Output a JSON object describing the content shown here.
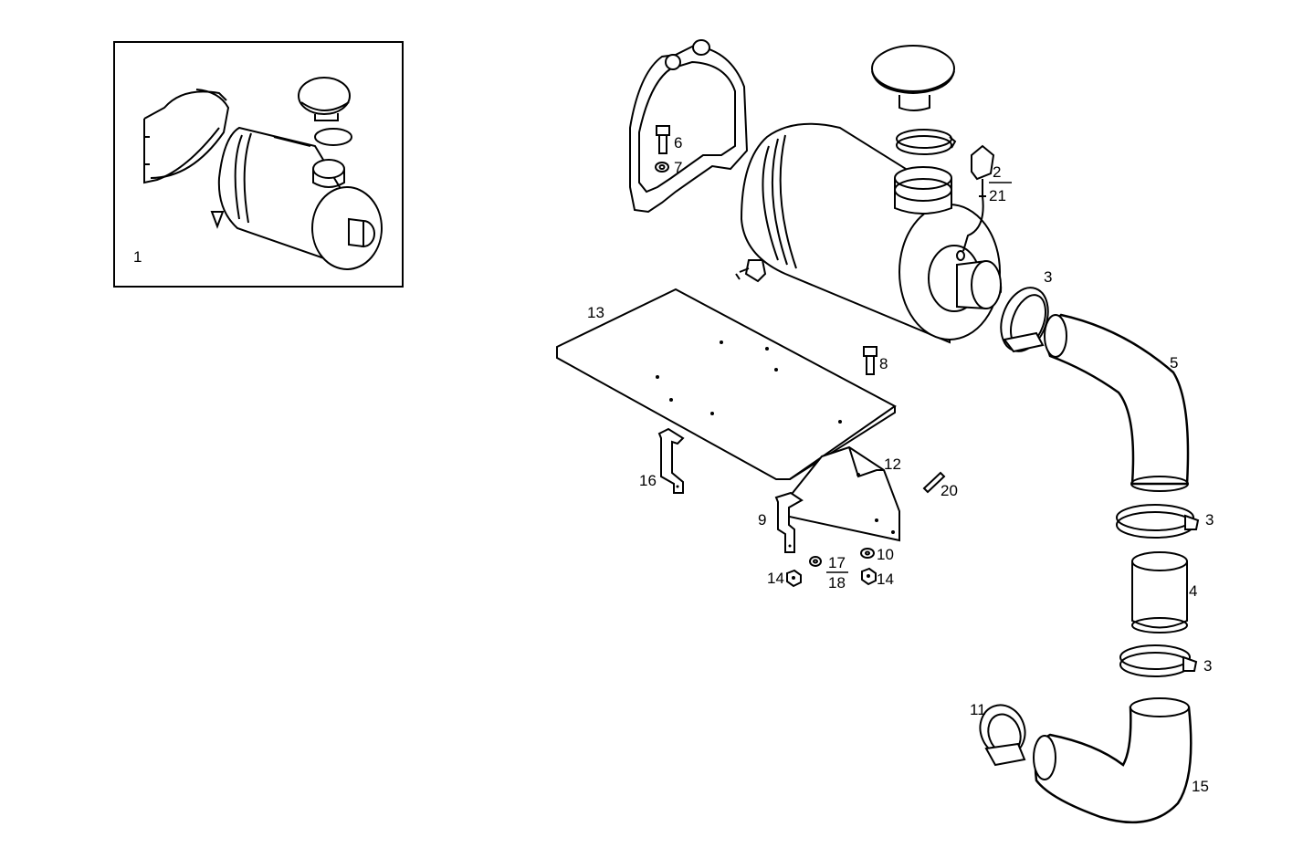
{
  "diagram": {
    "inset": {
      "label": "1"
    },
    "callouts": {
      "c2": "2",
      "c21": "21",
      "c3a": "3",
      "c3b": "3",
      "c3c": "3",
      "c4": "4",
      "c5": "5",
      "c6": "6",
      "c7": "7",
      "c8": "8",
      "c9": "9",
      "c10": "10",
      "c11": "11",
      "c12": "12",
      "c13": "13",
      "c14a": "14",
      "c14b": "14",
      "c15": "15",
      "c16": "16",
      "c17": "17",
      "c18": "18",
      "c20": "20"
    }
  }
}
